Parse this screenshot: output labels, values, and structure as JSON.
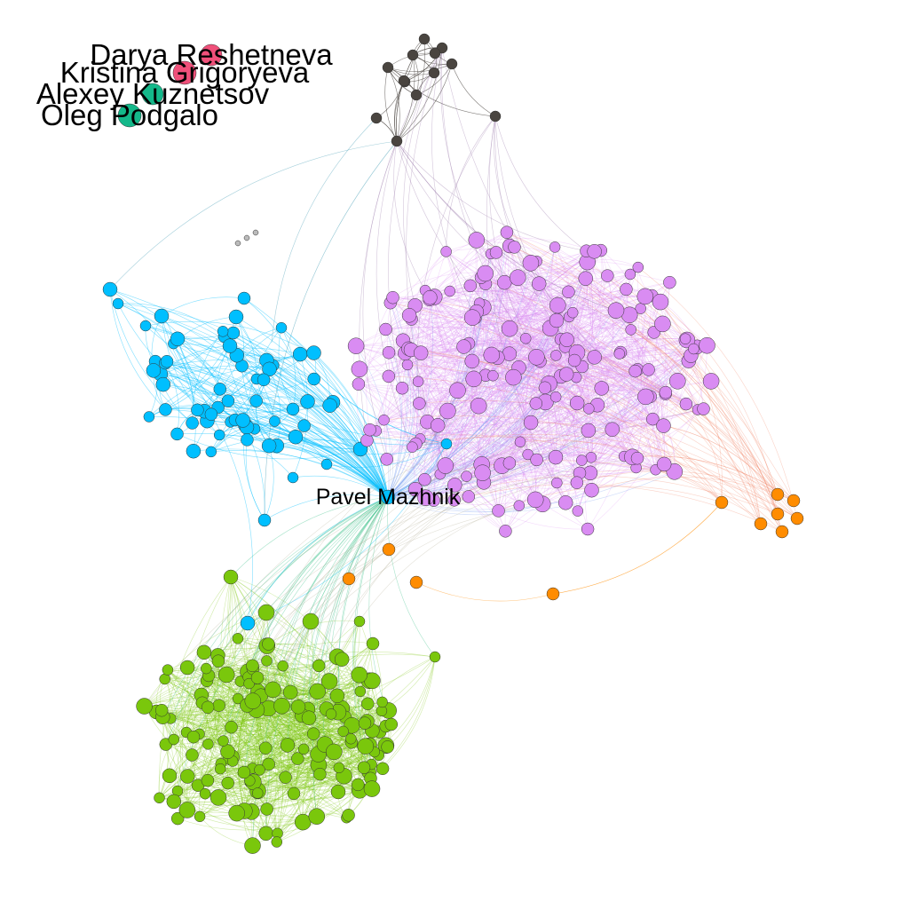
{
  "graph": {
    "type": "network",
    "communities": [
      {
        "id": "lightgreen",
        "color": "#7ac70c",
        "node_count": 160
      },
      {
        "id": "violet",
        "color": "#d98cf2",
        "node_count": 190
      },
      {
        "id": "skyblue",
        "color": "#00bfff",
        "node_count": 55
      },
      {
        "id": "darkgray",
        "color": "#4a4540",
        "node_count": 13
      },
      {
        "id": "orange",
        "color": "#ff8c00",
        "node_count": 11
      },
      {
        "id": "pink",
        "color": "#f0507a",
        "node_count": 2
      },
      {
        "id": "teal",
        "color": "#14b88a",
        "node_count": 2
      },
      {
        "id": "lightgray",
        "color": "#bbbbbb",
        "node_count": 3
      }
    ],
    "labels": {
      "hub": "Pavel Mazhnik",
      "isolated_1": "Darya Reshetneva",
      "isolated_2": "Kristina Grigoryeva",
      "isolated_3": "Alexey Kuznetsov",
      "isolated_4": "Oleg Podgalo"
    }
  }
}
